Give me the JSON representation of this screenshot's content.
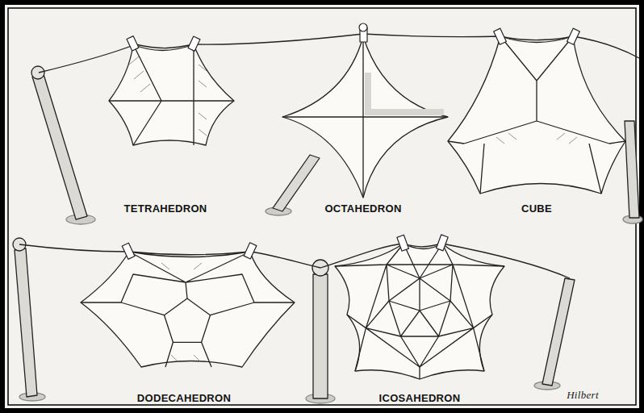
{
  "diagram": {
    "labels": [
      "TETRAHEDRON",
      "OCTAHEDRON",
      "CUBE",
      "DODECAHEDRON",
      "ICOSAHEDRON",
      "Hilbert"
    ]
  }
}
